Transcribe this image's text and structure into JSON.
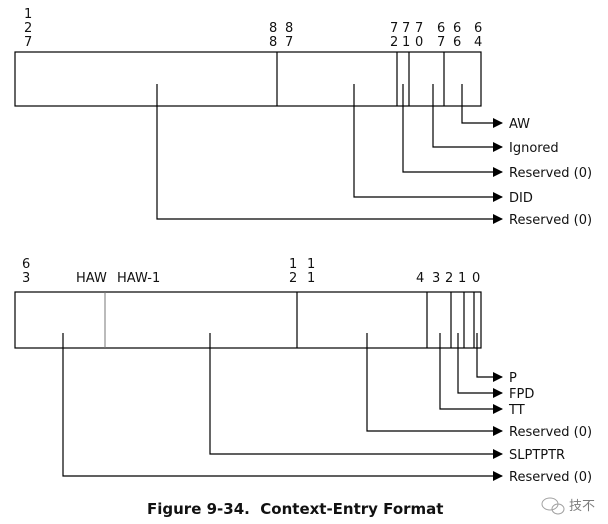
{
  "upper": {
    "bit_labels": [
      {
        "digits": [
          "1",
          "2",
          "7"
        ]
      },
      {
        "digits": [
          "8",
          "8"
        ]
      },
      {
        "digits": [
          "8",
          "7"
        ]
      },
      {
        "digits": [
          "7",
          "2"
        ]
      },
      {
        "digits": [
          "7",
          "1"
        ]
      },
      {
        "digits": [
          "7",
          "0"
        ]
      },
      {
        "digits": [
          "6",
          "7"
        ]
      },
      {
        "digits": [
          "6",
          "6"
        ]
      },
      {
        "digits": [
          "6",
          "4"
        ]
      }
    ],
    "fields": [
      "AW",
      "Ignored",
      "Reserved (0)",
      "DID",
      "Reserved (0)"
    ]
  },
  "lower": {
    "bit_labels": [
      {
        "digits": [
          "6",
          "3"
        ]
      },
      {
        "digits": [
          "HAW"
        ]
      },
      {
        "digits": [
          "HAW-1"
        ]
      },
      {
        "digits": [
          "1",
          "2"
        ]
      },
      {
        "digits": [
          "1",
          "1"
        ]
      },
      {
        "digits": [
          "4"
        ]
      },
      {
        "digits": [
          "3"
        ]
      },
      {
        "digits": [
          "2"
        ]
      },
      {
        "digits": [
          "1"
        ]
      },
      {
        "digits": [
          "0"
        ]
      }
    ],
    "fields": [
      "P",
      "FPD",
      "TT",
      "Reserved (0)",
      "SLPTPTR",
      "Reserved (0)"
    ]
  },
  "caption": "Figure 9-34.  Context-Entry Format",
  "caption_color": "#1f5aa8",
  "watermark": "技不",
  "watermark_icon": "wechat-icon"
}
